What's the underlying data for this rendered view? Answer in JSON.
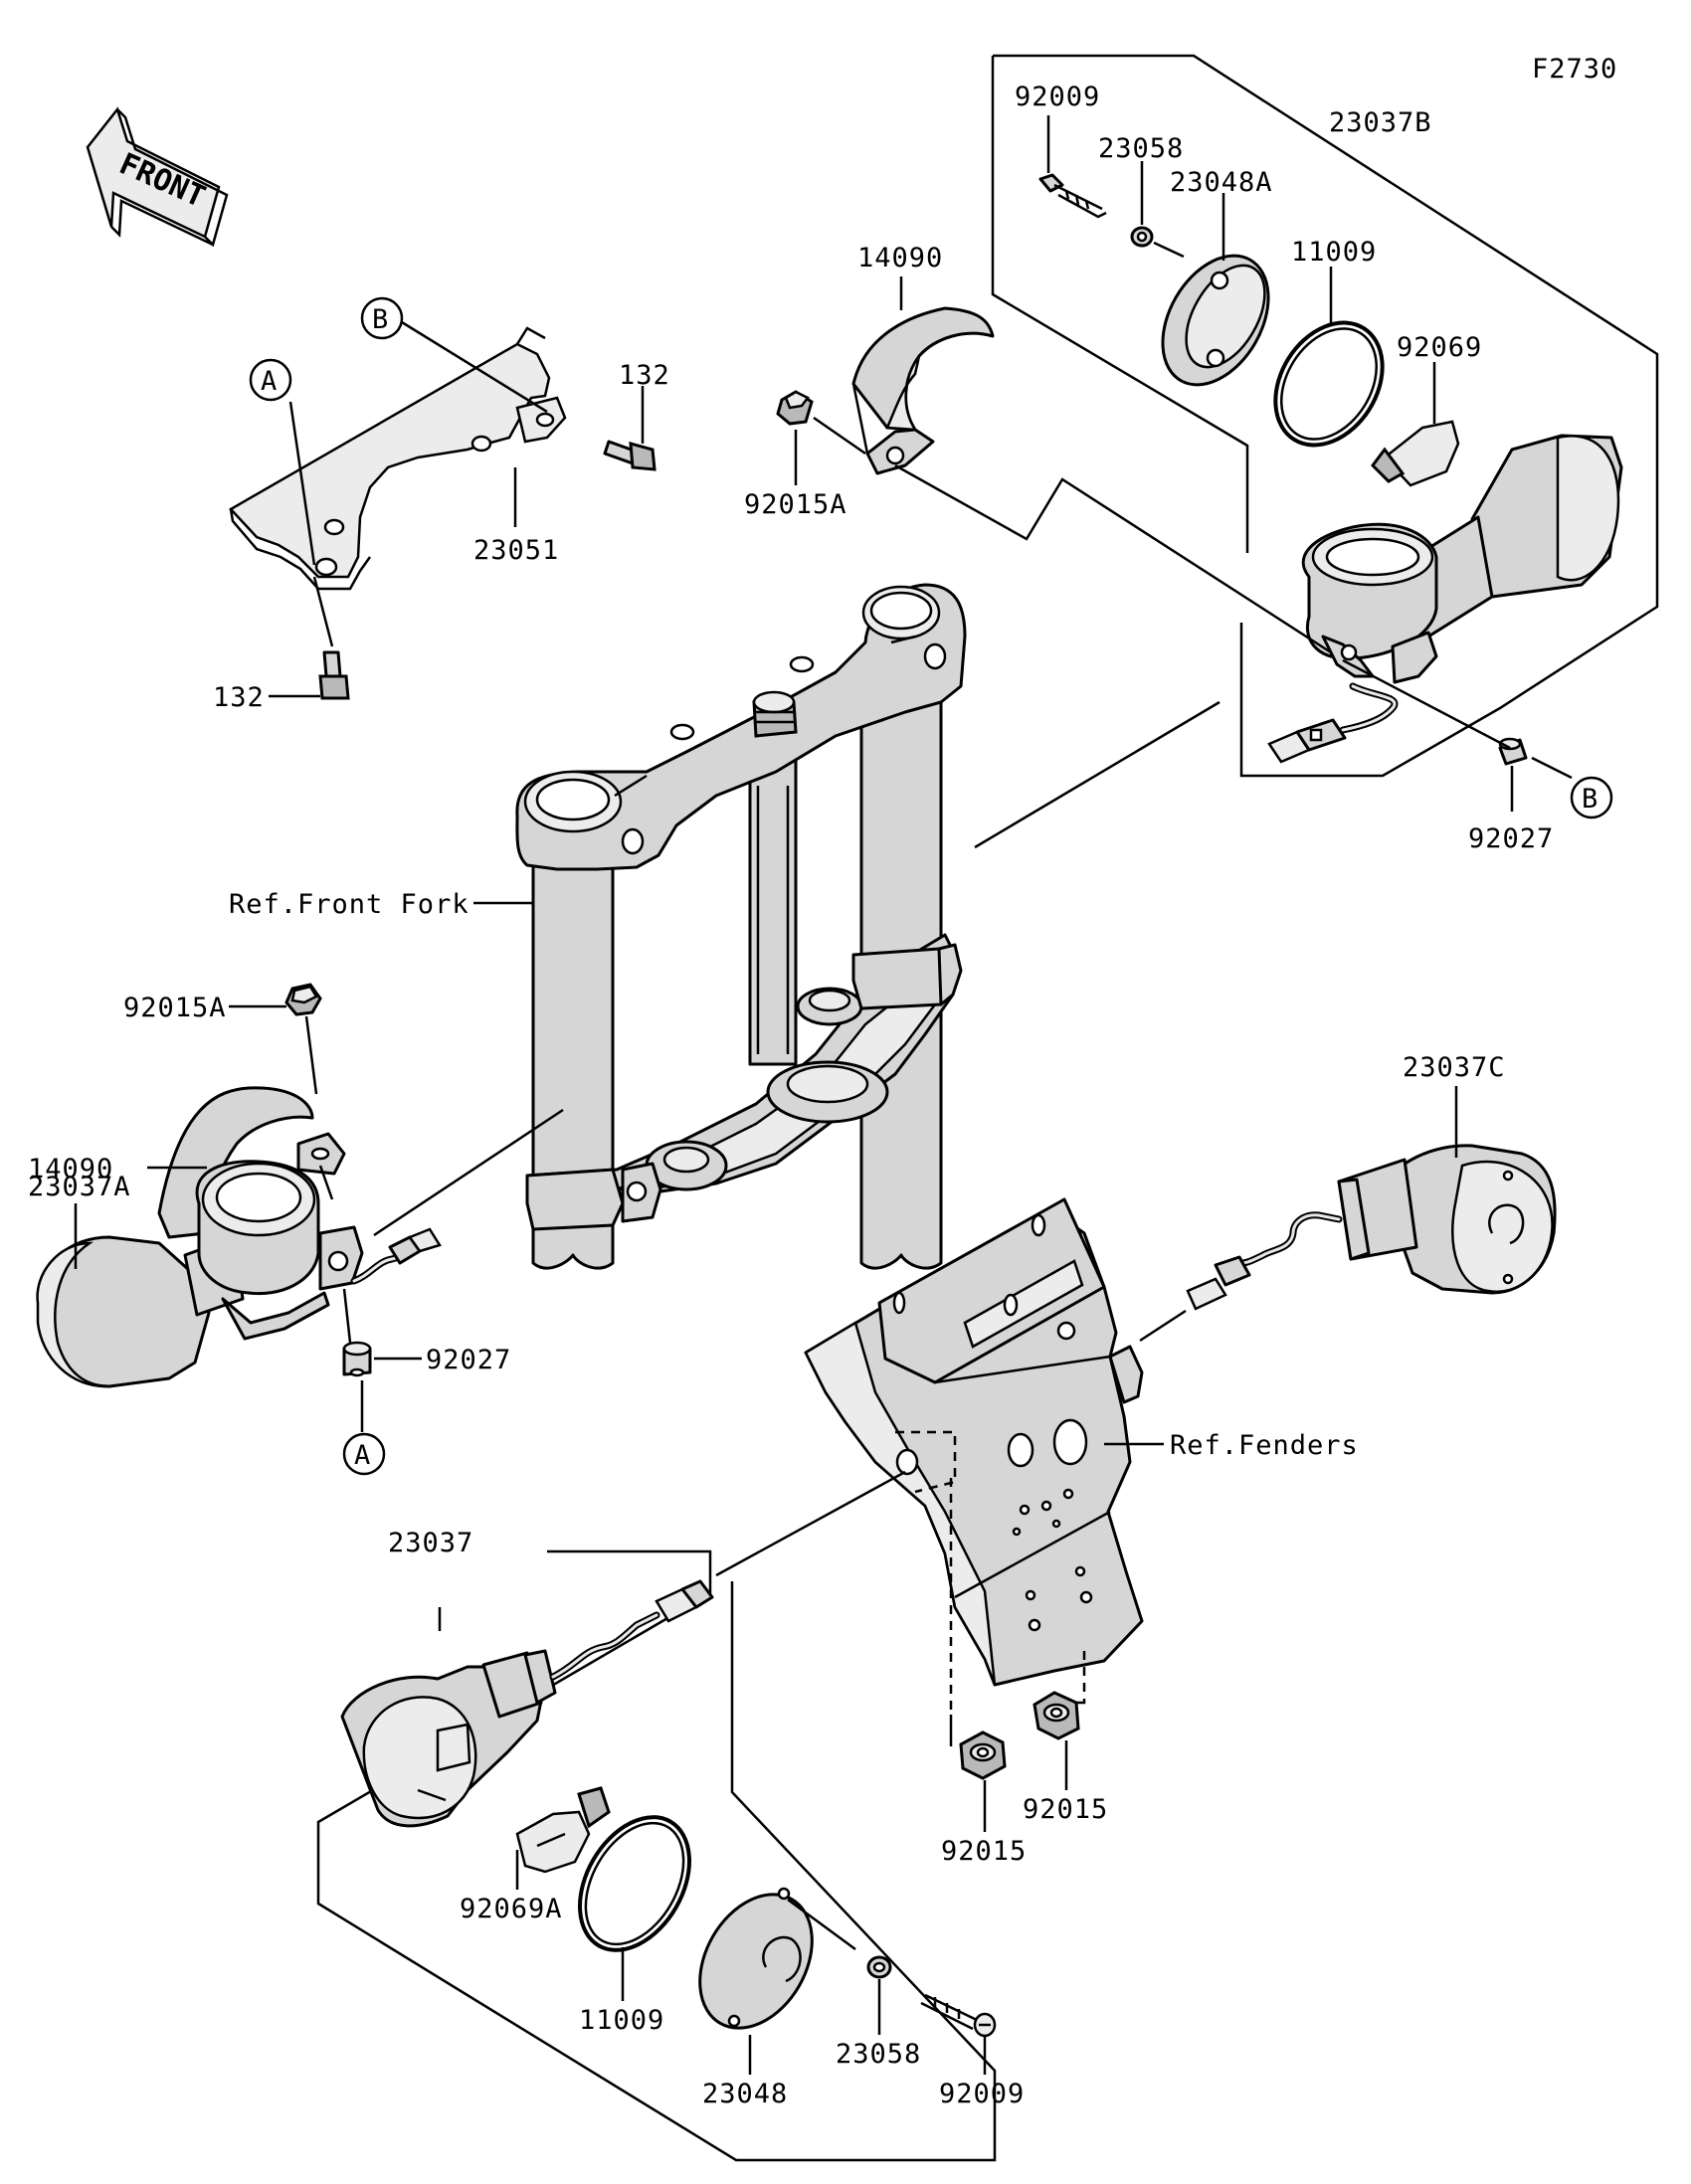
{
  "figure_code": "F2730",
  "front_marker": "FRONT",
  "callouts": {
    "A": "A",
    "B": "B"
  },
  "labels": {
    "p92009_top": "92009",
    "p23058_top": "23058",
    "p23037B": "23037B",
    "p23048A": "23048A",
    "p11009_top": "11009",
    "p92069": "92069",
    "p14090_top": "14090",
    "p92015A_top": "92015A",
    "p132_top": "132",
    "p23051": "23051",
    "p132_bottom": "132",
    "p92027_right": "92027",
    "ref_front_fork": "Ref.Front Fork",
    "p92015A_left": "92015A",
    "p14090_left": "14090",
    "p23037A": "23037A",
    "p92027_left": "92027",
    "p23037C": "23037C",
    "ref_fenders": "Ref.Fenders",
    "p23037": "23037",
    "p92015_right": "92015",
    "p92015_left": "92015",
    "p92069A": "92069A",
    "p11009_bottom": "11009",
    "p23048": "23048",
    "p23058_bottom": "23058",
    "p92009_bottom": "92009"
  }
}
